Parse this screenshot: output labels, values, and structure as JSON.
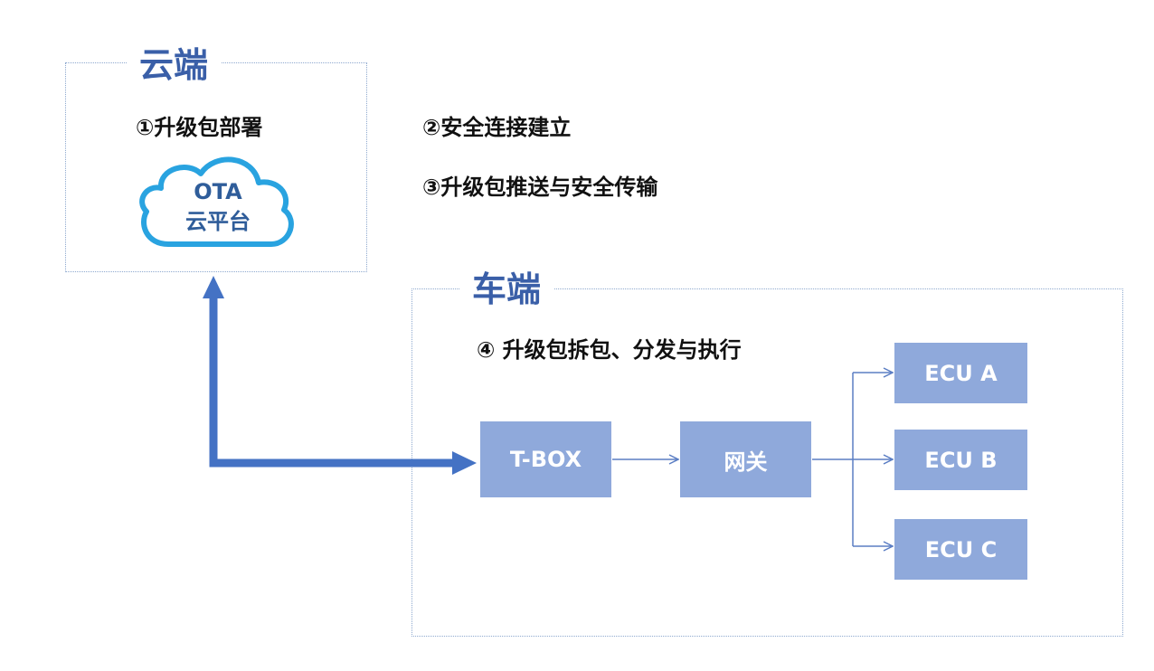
{
  "regions": {
    "cloud_title": "云端",
    "vehicle_title": "车端"
  },
  "steps": {
    "step1": "①升级包部署",
    "step2": "②安全连接建立",
    "step3": "③升级包推送与安全传输",
    "step4": "④ 升级包拆包、分发与执行"
  },
  "cloud_platform": {
    "line1": "OTA",
    "line2": "云平台",
    "outline_color": "#29a3e0"
  },
  "nodes": {
    "tbox": "T-BOX",
    "gateway": "网关",
    "ecu_a": "ECU A",
    "ecu_b": "ECU B",
    "ecu_c": "ECU C",
    "box_color": "#8fa9db"
  },
  "colors": {
    "main_arrow": "#4472c4",
    "thin_arrow": "#5b7ec4",
    "region_border": "#8ea9cf",
    "title_color": "#3a5fa8"
  }
}
